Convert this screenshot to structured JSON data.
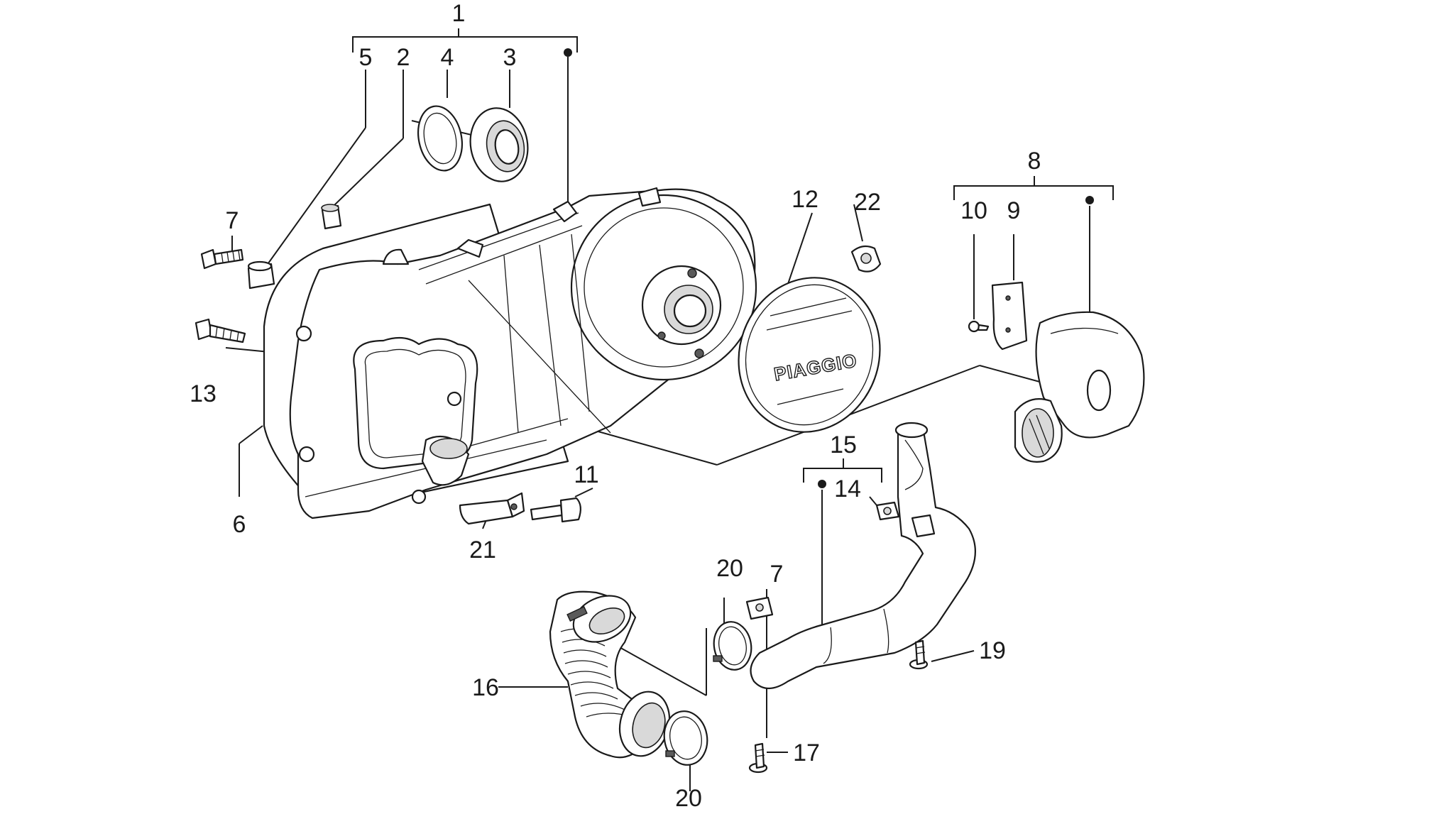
{
  "diagram": {
    "callouts": {
      "c1": "1",
      "c2": "2",
      "c3": "3",
      "c4": "4",
      "c5": "5",
      "c6": "6",
      "c7a": "7",
      "c7b": "7",
      "c8": "8",
      "c9": "9",
      "c10": "10",
      "c11": "11",
      "c12": "12",
      "c13": "13",
      "c14": "14",
      "c15": "15",
      "c16": "16",
      "c17": "17",
      "c19": "19",
      "c20a": "20",
      "c20b": "20",
      "c21": "21",
      "c22": "22"
    },
    "cover_logo": "PIAGGIO"
  }
}
